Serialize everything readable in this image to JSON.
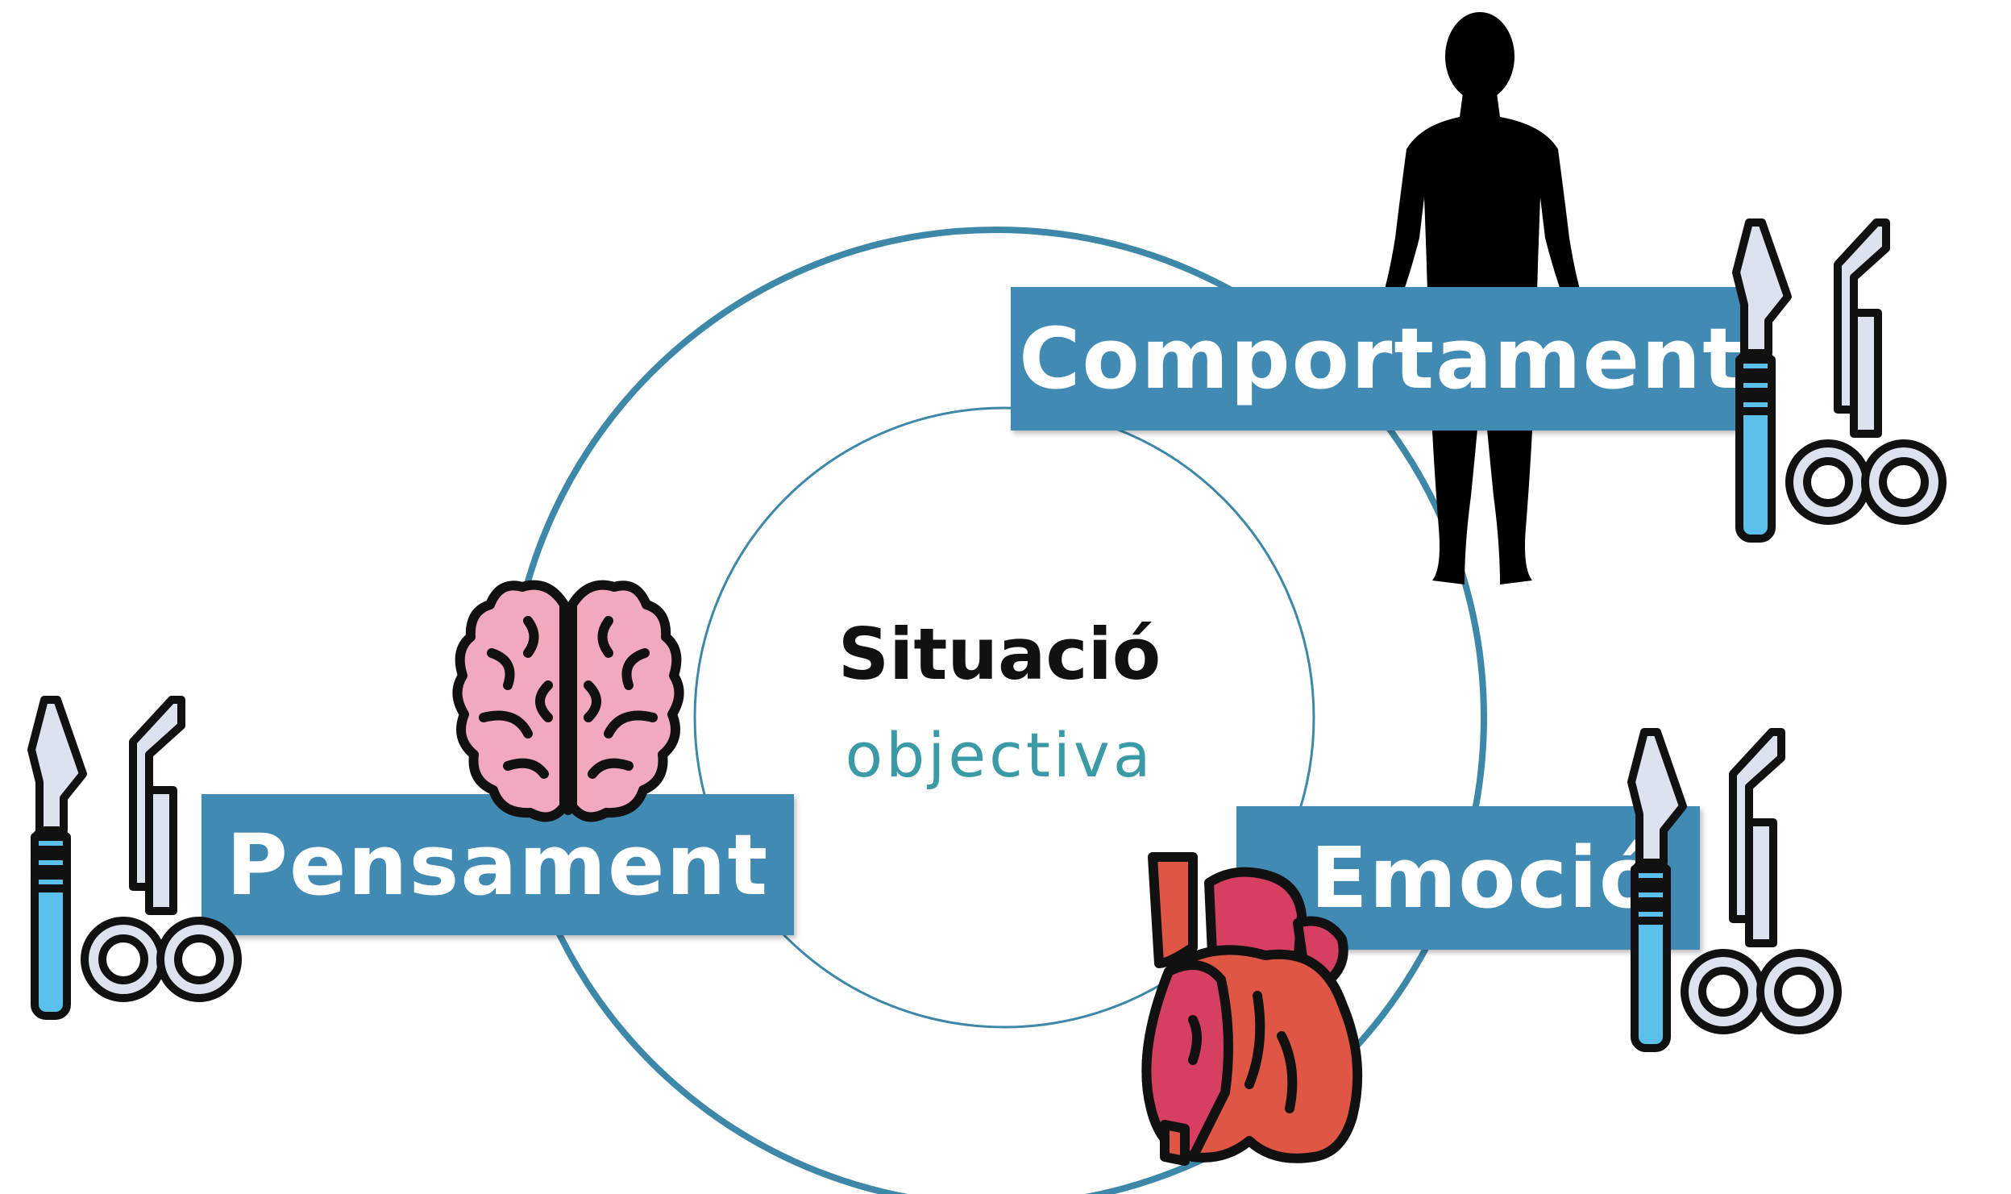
{
  "center": {
    "title": "Situació",
    "subtitle": "objectiva"
  },
  "nodes": {
    "behavior": {
      "label": "Comportament",
      "icon": "human-silhouette-icon"
    },
    "thought": {
      "label": "Pensament",
      "icon": "brain-icon"
    },
    "emotion": {
      "label": "Emoció",
      "icon": "heart-icon"
    }
  },
  "tools_icon": "scalpel-scissors-icon",
  "colors": {
    "accent": "#418ab3",
    "ring": "#3d87a8",
    "center_sub": "#3a9aa6",
    "tool_blue": "#5bc0eb",
    "tool_gray": "#dde3ee",
    "brain": "#f2a9bd",
    "heart_red": "#e05644",
    "heart_pink": "#d63f62"
  }
}
